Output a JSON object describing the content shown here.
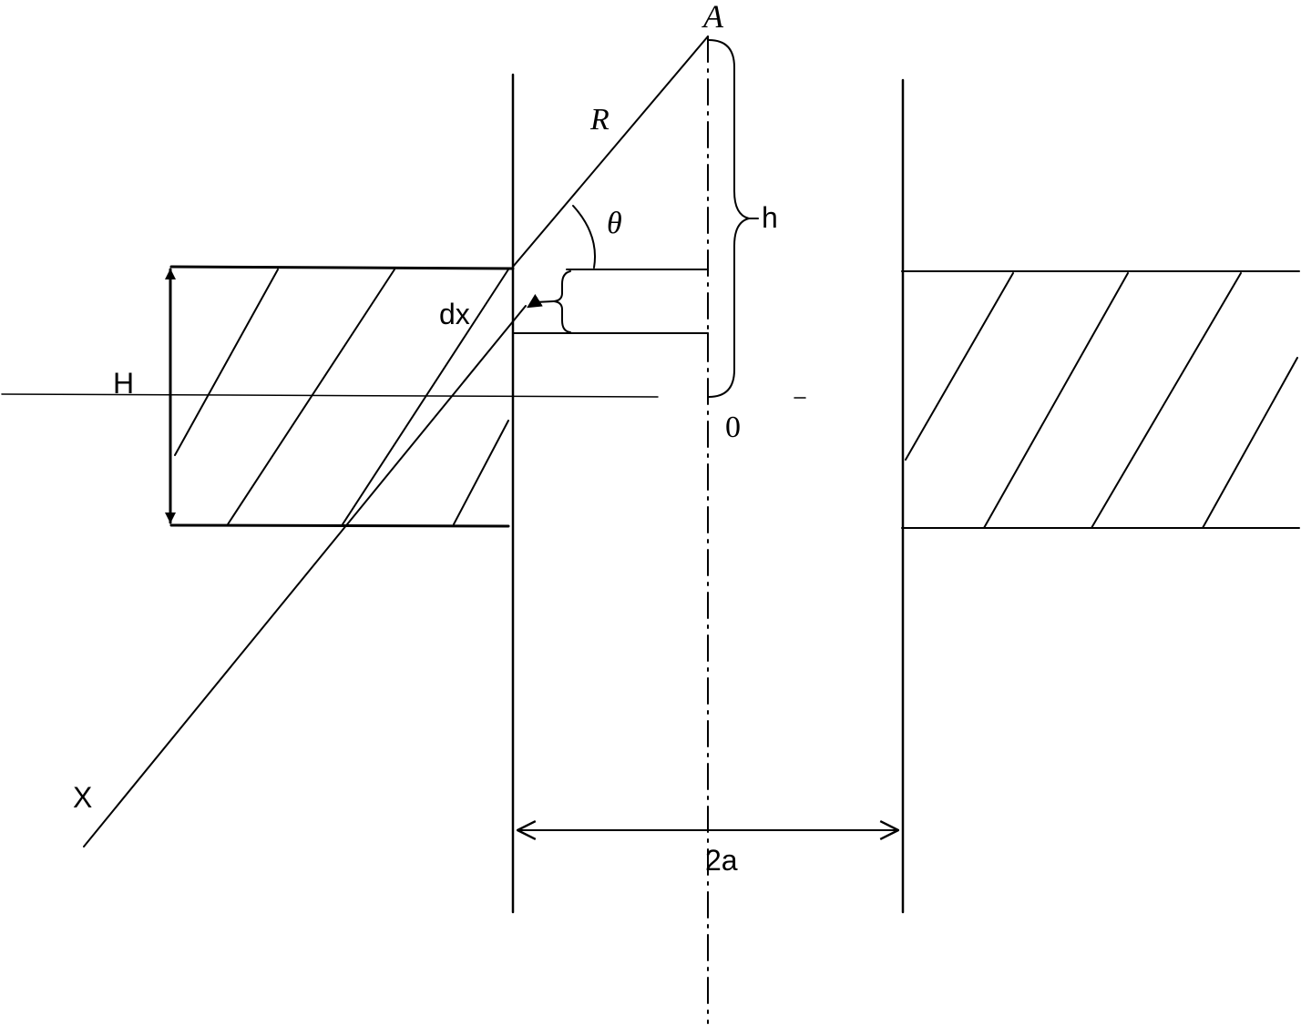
{
  "labels": {
    "point_a": "A",
    "radius": "R",
    "angle": "θ",
    "height_h": "h",
    "thickness": "H",
    "element": "dx",
    "origin": "0",
    "axis_x": "X",
    "width": "2a"
  },
  "colors": {
    "stroke": "#000000",
    "background": "#ffffff"
  }
}
